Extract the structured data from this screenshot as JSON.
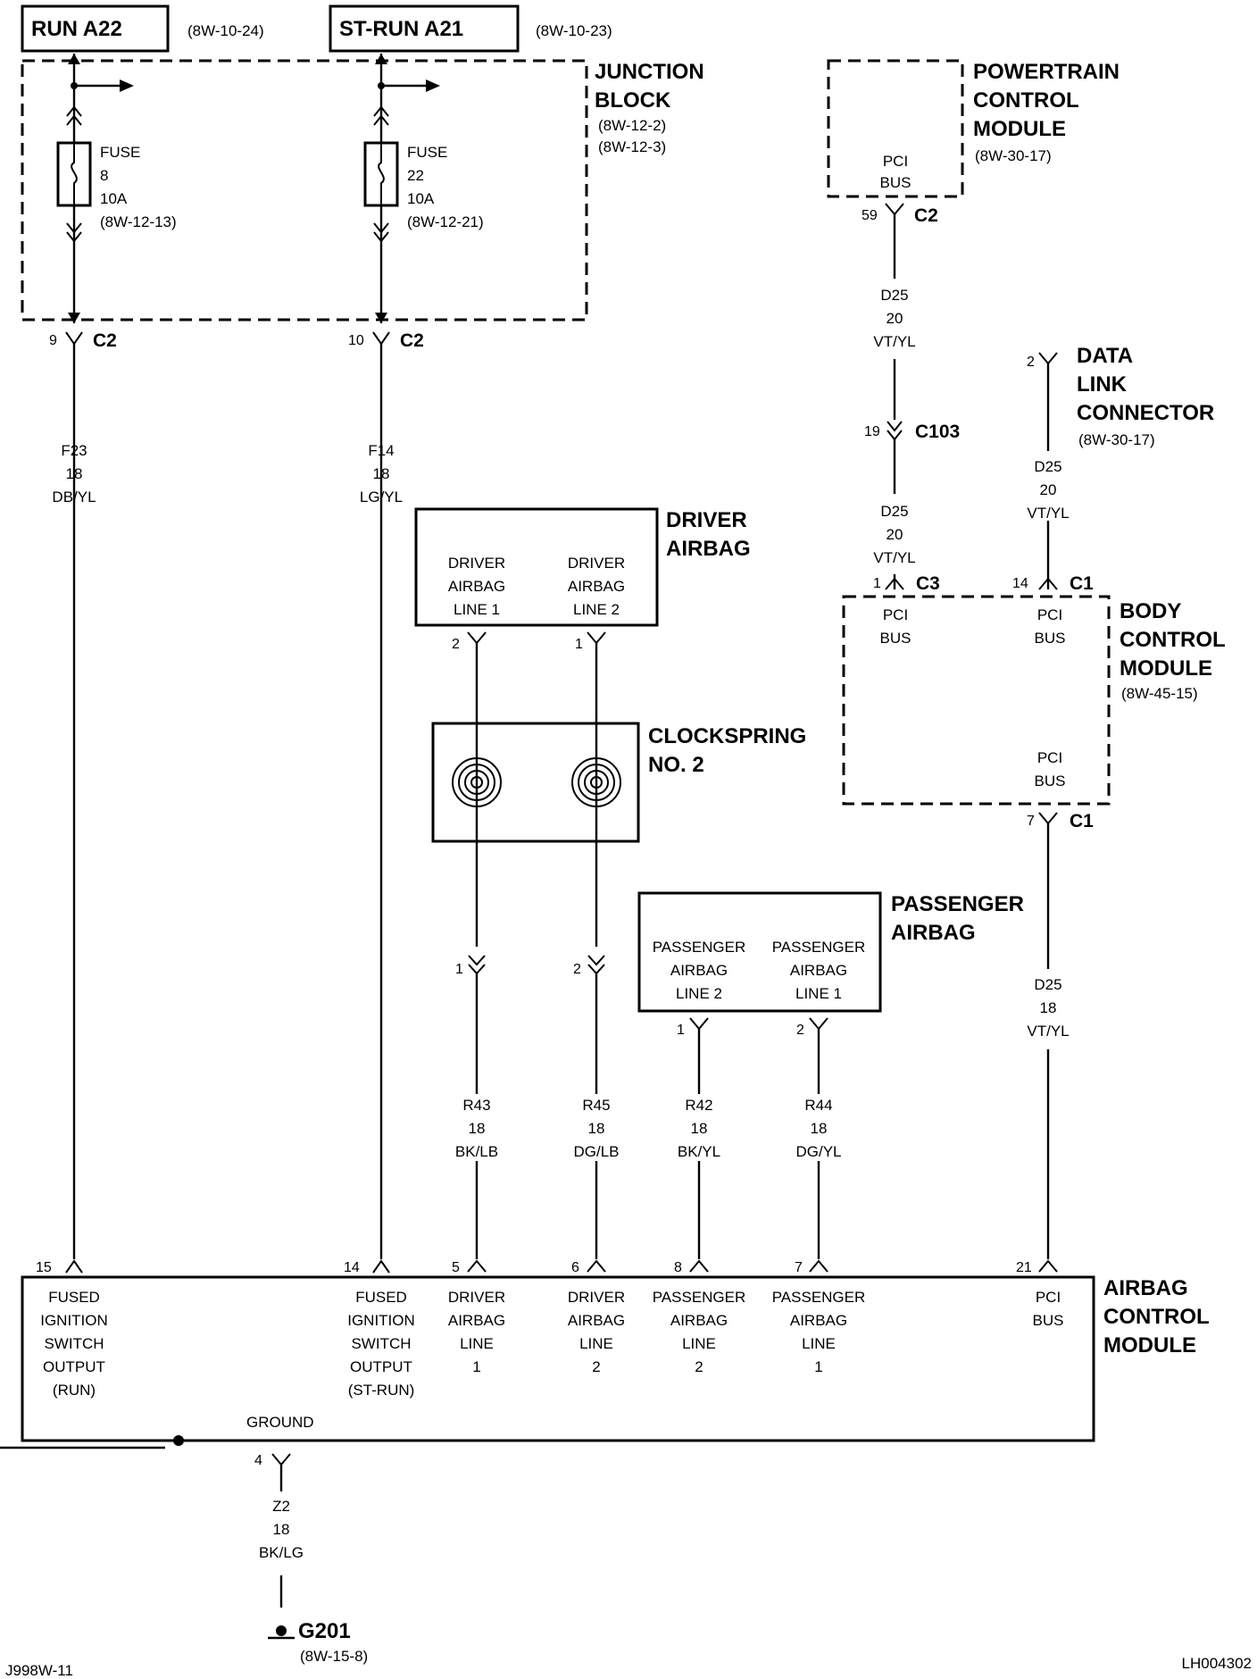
{
  "sources": {
    "run_a22": {
      "label": "RUN A22",
      "ref": "(8W-10-24)"
    },
    "st_run_a21": {
      "label": "ST-RUN A21",
      "ref": "(8W-10-23)"
    }
  },
  "junction_block": {
    "title_1": "JUNCTION",
    "title_2": "BLOCK",
    "ref_1": "(8W-12-2)",
    "ref_2": "(8W-12-3)",
    "fuse8": {
      "l1": "FUSE",
      "l2": "8",
      "l3": "10A",
      "l4": "(8W-12-13)"
    },
    "fuse22": {
      "l1": "FUSE",
      "l2": "22",
      "l3": "10A",
      "l4": "(8W-12-21)"
    }
  },
  "pcm": {
    "t1": "POWERTRAIN",
    "t2": "CONTROL",
    "t3": "MODULE",
    "ref": "(8W-30-17)",
    "pin_l1": "PCI",
    "pin_l2": "BUS"
  },
  "dlc": {
    "t1": "DATA",
    "t2": "LINK",
    "t3": "CONNECTOR",
    "ref": "(8W-30-17)"
  },
  "bcm": {
    "t1": "BODY",
    "t2": "CONTROL",
    "t3": "MODULE",
    "ref": "(8W-45-15)",
    "pci": "PCI",
    "bus": "BUS"
  },
  "driver_airbag": {
    "t1": "DRIVER",
    "t2": "AIRBAG",
    "l1_a": "DRIVER",
    "l1_b": "AIRBAG",
    "l1_c": "LINE 1",
    "l2_a": "DRIVER",
    "l2_b": "AIRBAG",
    "l2_c": "LINE 2"
  },
  "clockspring": {
    "t1": "CLOCKSPRING",
    "t2": "NO. 2"
  },
  "passenger_airbag": {
    "t1": "PASSENGER",
    "t2": "AIRBAG",
    "a_1": "PASSENGER",
    "a_2": "AIRBAG",
    "a_3": "LINE 2",
    "b_1": "PASSENGER",
    "b_2": "AIRBAG",
    "b_3": "LINE 1"
  },
  "acm": {
    "t1": "AIRBAG",
    "t2": "CONTROL",
    "t3": "MODULE",
    "pins": [
      {
        "num": "15",
        "l": [
          "FUSED",
          "IGNITION",
          "SWITCH",
          "OUTPUT",
          "(RUN)"
        ]
      },
      {
        "num": "14",
        "l": [
          "FUSED",
          "IGNITION",
          "SWITCH",
          "OUTPUT",
          "(ST-RUN)"
        ]
      },
      {
        "num": "5",
        "l": [
          "DRIVER",
          "AIRBAG",
          "LINE",
          "1"
        ]
      },
      {
        "num": "6",
        "l": [
          "DRIVER",
          "AIRBAG",
          "LINE",
          "2"
        ]
      },
      {
        "num": "8",
        "l": [
          "PASSENGER",
          "AIRBAG",
          "LINE",
          "2"
        ]
      },
      {
        "num": "7",
        "l": [
          "PASSENGER",
          "AIRBAG",
          "LINE",
          "1"
        ]
      },
      {
        "num": "21",
        "l": [
          "PCI",
          "BUS"
        ]
      }
    ],
    "ground": "GROUND",
    "ground_pin": "4"
  },
  "ground": {
    "name": "G201",
    "ref": "(8W-15-8)"
  },
  "wires": [
    {
      "c": "F23",
      "g": "18",
      "col": "DB/YL"
    },
    {
      "c": "F14",
      "g": "18",
      "col": "LG/YL"
    },
    {
      "c": "D25",
      "g": "20",
      "col": "VT/YL"
    },
    {
      "c": "D25",
      "g": "20",
      "col": "VT/YL"
    },
    {
      "c": "D25",
      "g": "20",
      "col": "VT/YL"
    },
    {
      "c": "D25",
      "g": "18",
      "col": "VT/YL"
    },
    {
      "c": "R43",
      "g": "18",
      "col": "BK/LB"
    },
    {
      "c": "R45",
      "g": "18",
      "col": "DG/LB"
    },
    {
      "c": "R42",
      "g": "18",
      "col": "BK/YL"
    },
    {
      "c": "R44",
      "g": "18",
      "col": "DG/YL"
    },
    {
      "c": "Z2",
      "g": "18",
      "col": "BK/LG"
    }
  ],
  "connectors": {
    "c2_9": {
      "pin": "9",
      "name": "C2"
    },
    "c2_10": {
      "pin": "10",
      "name": "C2"
    },
    "pcm_c2": {
      "pin": "59",
      "name": "C2"
    },
    "c103": {
      "pin": "19",
      "name": "C103"
    },
    "dlc_pin": {
      "pin": "2"
    },
    "bcm_c3": {
      "pin": "1",
      "name": "C3"
    },
    "bcm_c1a": {
      "pin": "14",
      "name": "C1"
    },
    "bcm_c1b": {
      "pin": "7",
      "name": "C1"
    },
    "da_pin1": "2",
    "da_pin2": "1",
    "cs_pin1": "1",
    "cs_pin2": "2",
    "pa_pin1": "1",
    "pa_pin2": "2"
  },
  "footer": {
    "left": "J998W-11",
    "right": "LH004302"
  }
}
